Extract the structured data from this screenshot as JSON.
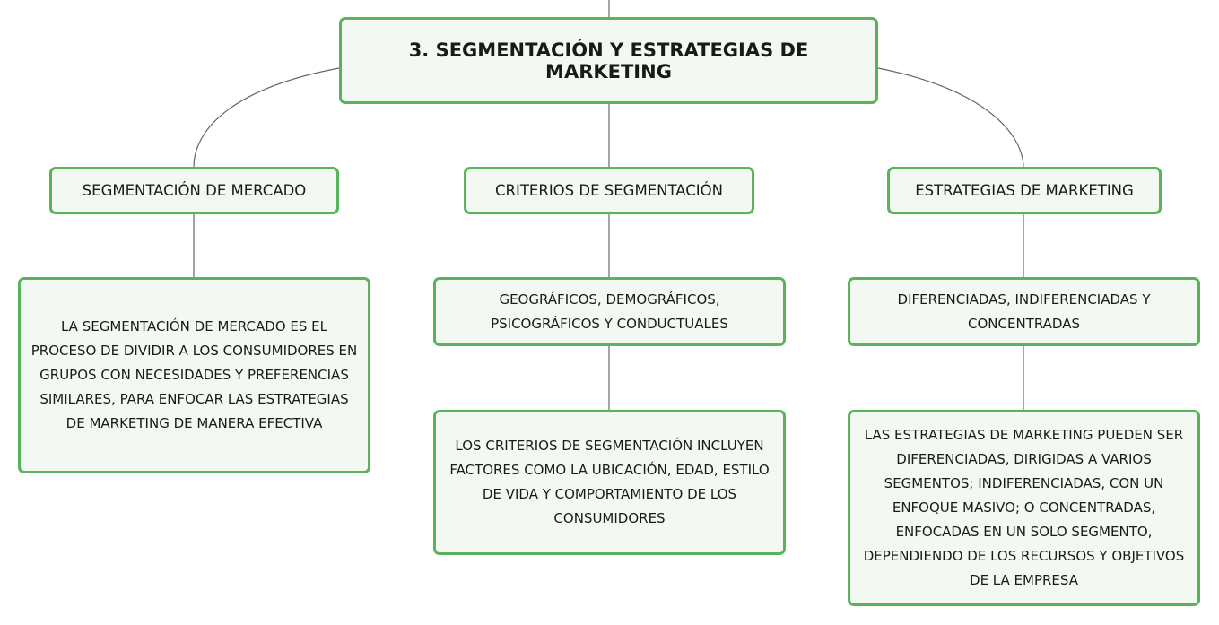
{
  "diagram": {
    "root": {
      "label": "3. SEGMENTACIÓN Y ESTRATEGIAS DE MARKETING"
    },
    "branches": [
      {
        "label": "SEGMENTACIÓN DE MERCADO",
        "children": [
          {
            "text": "LA SEGMENTACIÓN DE MERCADO ES EL PROCESO DE DIVIDIR A LOS CONSUMIDORES EN GRUPOS CON NECESIDADES Y PREFERENCIAS SIMILARES, PARA ENFOCAR LAS ESTRATEGIAS DE MARKETING DE MANERA EFECTIVA"
          }
        ]
      },
      {
        "label": "CRITERIOS DE SEGMENTACIÓN",
        "children": [
          {
            "text": "GEOGRÁFICOS, DEMOGRÁFICOS, PSICOGRÁFICOS Y CONDUCTUALES"
          },
          {
            "text": "LOS CRITERIOS DE SEGMENTACIÓN INCLUYEN FACTORES COMO LA UBICACIÓN, EDAD, ESTILO DE VIDA Y COMPORTAMIENTO DE LOS CONSUMIDORES"
          }
        ]
      },
      {
        "label": "ESTRATEGIAS DE MARKETING",
        "children": [
          {
            "text": "DIFERENCIADAS, INDIFERENCIADAS Y CONCENTRADAS"
          },
          {
            "text": "LAS ESTRATEGIAS DE MARKETING PUEDEN SER DIFERENCIADAS, DIRIGIDAS A VARIOS SEGMENTOS; INDIFERENCIADAS, CON UN ENFOQUE MASIVO; O CONCENTRADAS, ENFOCADAS EN UN SOLO SEGMENTO, DEPENDIENDO DE LOS RECURSOS Y OBJETIVOS DE LA EMPRESA"
          }
        ]
      }
    ]
  }
}
